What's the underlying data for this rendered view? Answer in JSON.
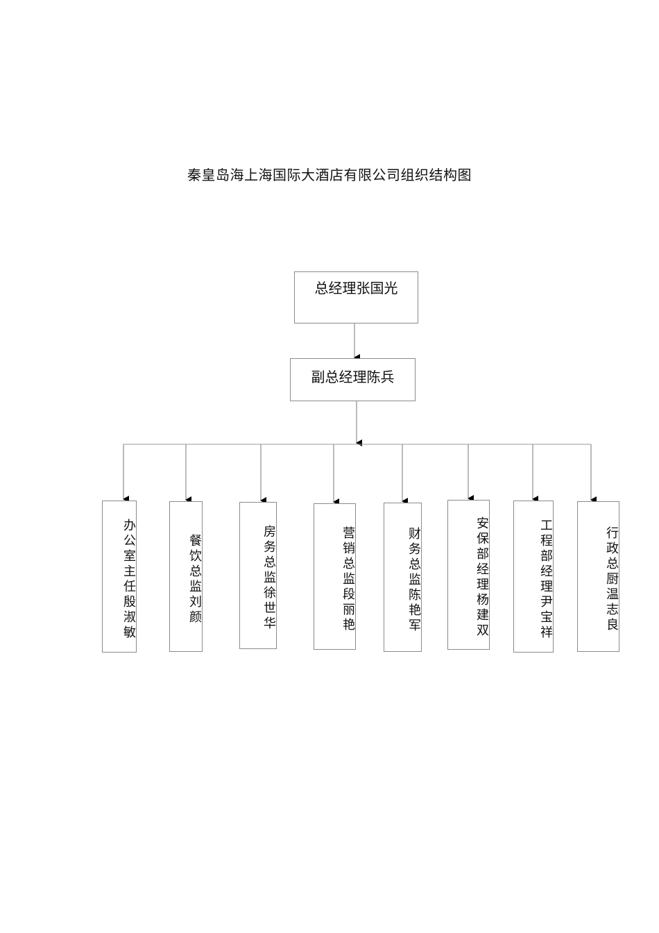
{
  "title": "秦皇岛海上海国际大酒店有限公司组织结构图",
  "top": {
    "gm": "总经理张国光",
    "deputy": "副总经理陈兵"
  },
  "departments": [
    "办公室主任殷淑敏",
    "餐饮总监刘颜",
    "房务总监徐世华",
    "营销总监段丽艳",
    "财务总监陈艳军",
    "安保部经理杨建双",
    "工程部经理尹宝祥",
    "行政总厨温志良"
  ]
}
